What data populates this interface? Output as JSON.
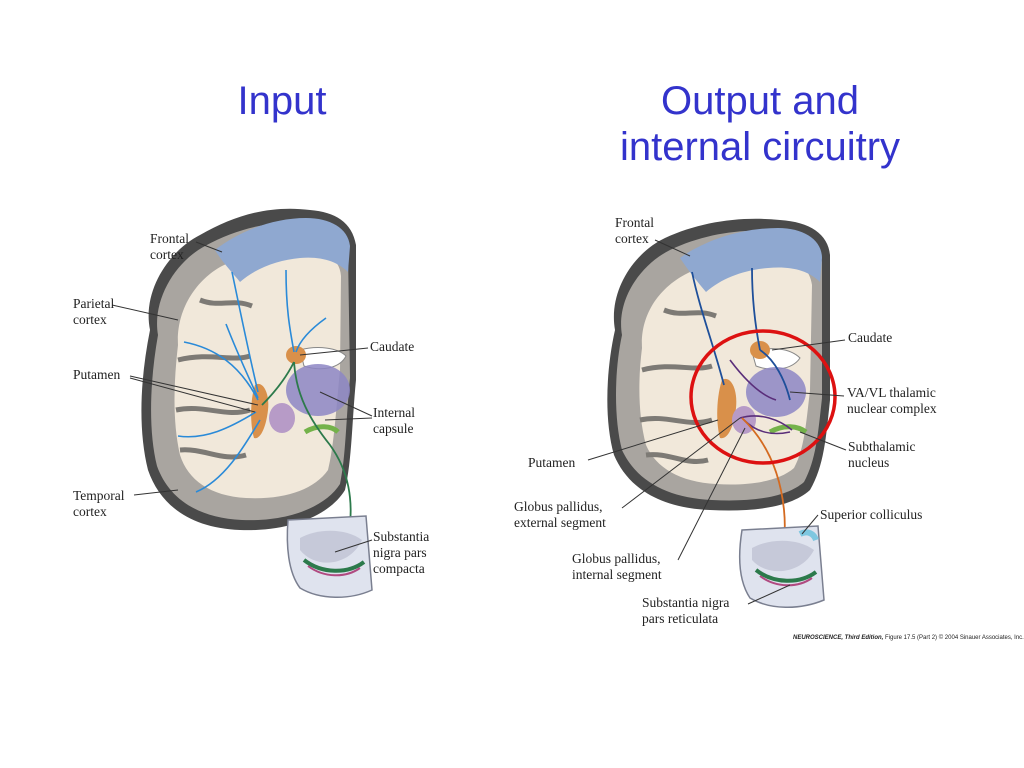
{
  "titles": {
    "left": "Input",
    "right_line1": "Output and",
    "right_line2": "internal circuitry"
  },
  "left_figure": {
    "labels": {
      "frontal_1": "Frontal",
      "frontal_2": "cortex",
      "parietal_1": "Parietal",
      "parietal_2": "cortex",
      "putamen": "Putamen",
      "caudate": "Caudate",
      "internal_capsule_1": "Internal",
      "internal_capsule_2": "capsule",
      "temporal_1": "Temporal",
      "temporal_2": "cortex",
      "snpc_1": "Substantia",
      "snpc_2": "nigra pars",
      "snpc_3": "compacta"
    }
  },
  "right_figure": {
    "labels": {
      "frontal_1": "Frontal",
      "frontal_2": "cortex",
      "caudate": "Caudate",
      "vavl_1": "VA/VL thalamic",
      "vavl_2": "nuclear complex",
      "subthalamic_1": "Subthalamic",
      "subthalamic_2": "nucleus",
      "putamen": "Putamen",
      "gpe_1": "Globus pallidus,",
      "gpe_2": "external segment",
      "superior_colliculus": "Superior colliculus",
      "gpi_1": "Globus pallidus,",
      "gpi_2": "internal segment",
      "snpr_1": "Substantia nigra",
      "snpr_2": "pars reticulata"
    },
    "highlight_color": "#dd1111"
  },
  "credit": {
    "book": "NEUROSCIENCE, Third Edition,",
    "figure": " Figure 17.5 (Part 2)",
    "copyright": "  © 2004 Sinauer Associates, Inc."
  },
  "colors": {
    "title": "#3333cc",
    "cortex_blue": "#8fa8d0",
    "white_matter": "#f1e8da",
    "gray_matter": "#a9a5a0",
    "striatum_orange": "#d9904a",
    "thalamus_purple": "#8d86c4",
    "pathway_blue": "#2a8ad8",
    "pathway_green": "#2c7a4b",
    "pathway_orange": "#d46a20"
  }
}
